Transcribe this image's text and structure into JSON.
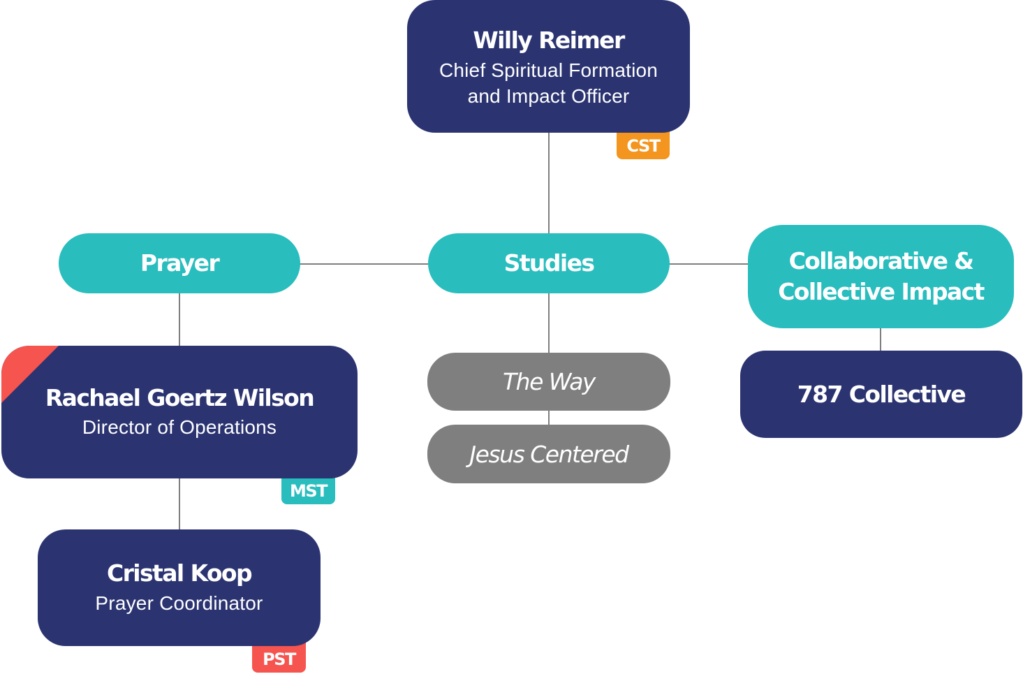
{
  "colors": {
    "person_box": "#2b3471",
    "group_box": "#29bdbe",
    "sub_box": "#7f7f7f",
    "connector": "#7f7f7f",
    "badge_cst": "#f3951f",
    "badge_mst": "#29bdbe",
    "badge_pst": "#f5544f",
    "corner_flag": "#f5544f"
  },
  "nodes": {
    "willy": {
      "name": "Willy Reimer",
      "title_line1": "Chief Spiritual Formation",
      "title_line2": "and Impact Officer",
      "badge": "CST"
    },
    "prayer": {
      "label": "Prayer"
    },
    "studies": {
      "label": "Studies"
    },
    "collaborative": {
      "label_line1": "Collaborative &",
      "label_line2": "Collective Impact"
    },
    "rachael": {
      "name": "Rachael Goertz Wilson",
      "title": "Director of Operations",
      "badge": "MST"
    },
    "cristal": {
      "name": "Cristal Koop",
      "title": "Prayer Coordinator",
      "badge": "PST"
    },
    "the_way": {
      "label": "The Way"
    },
    "jesus_centered": {
      "label": "Jesus Centered"
    },
    "collective_787": {
      "label": "787 Collective"
    }
  }
}
